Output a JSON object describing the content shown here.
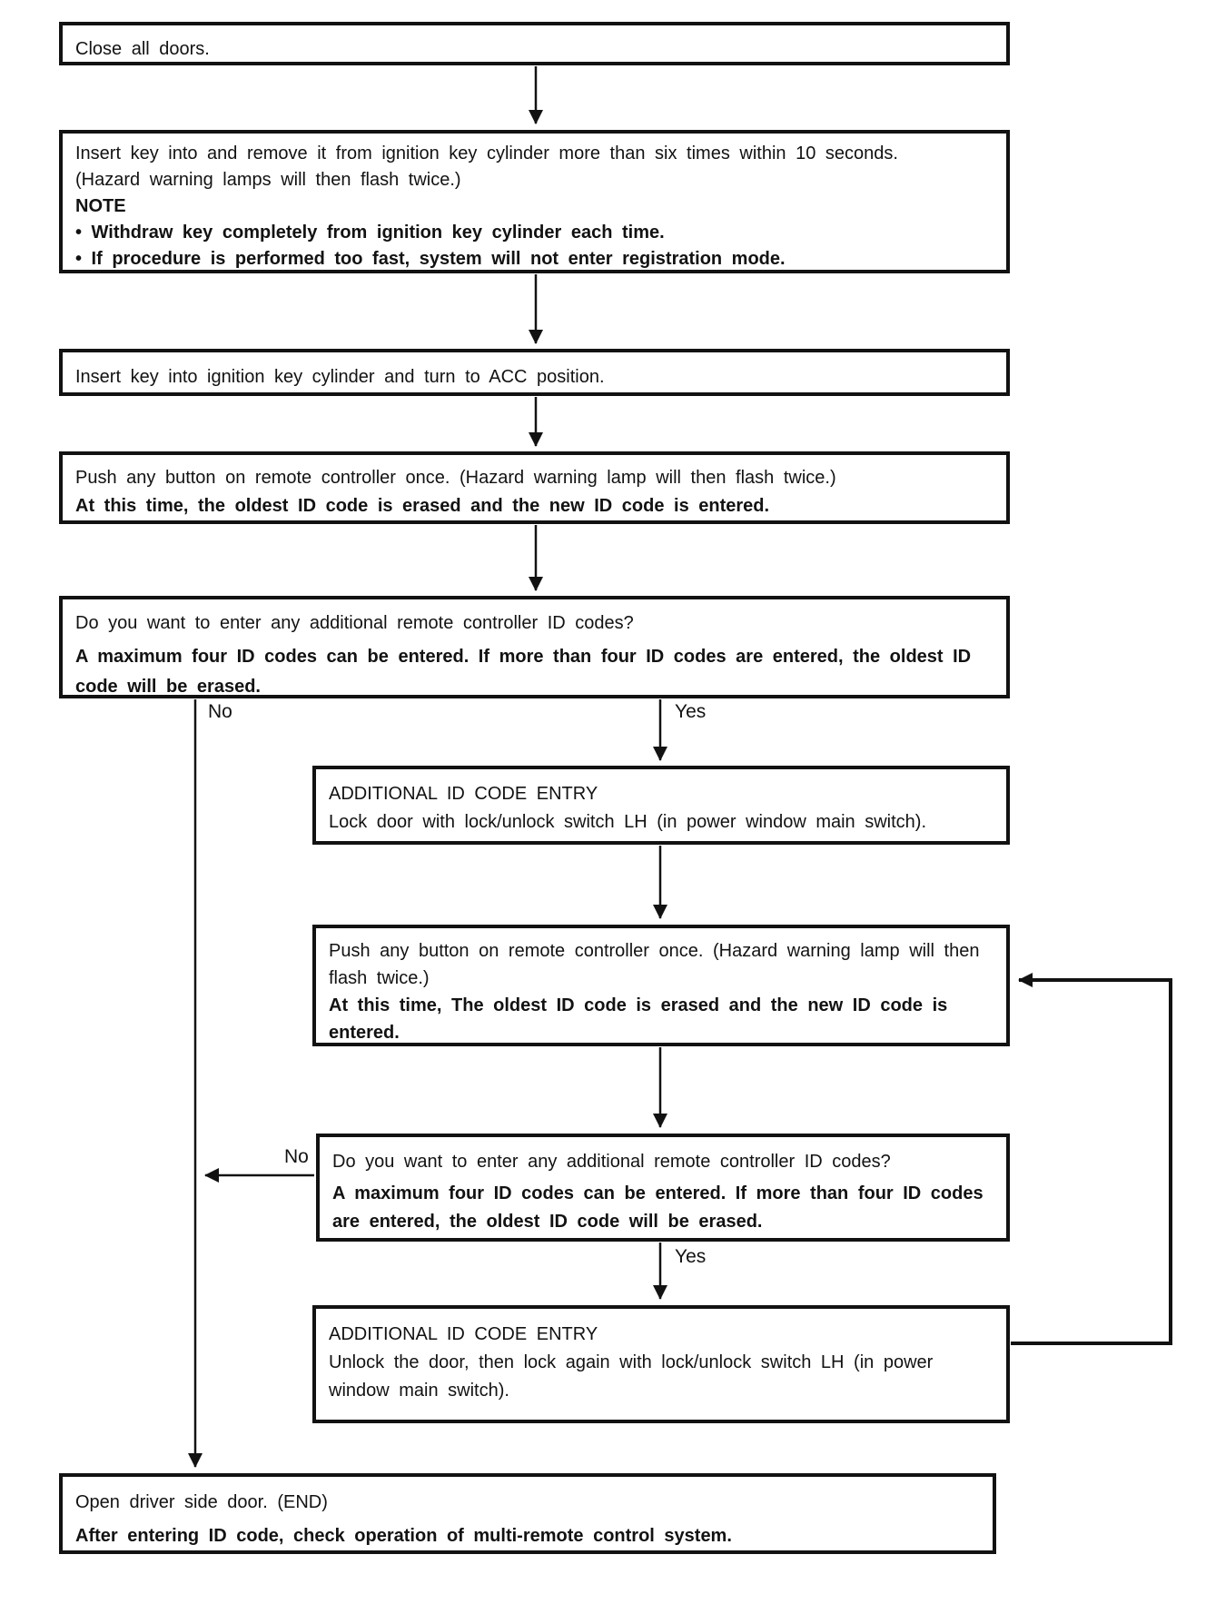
{
  "page": {
    "paper_color": "#ffffff",
    "ink_color": "#121212"
  },
  "flowchart": {
    "boxes": {
      "close_doors": {
        "text": "Close all doors."
      },
      "key_cycle": {
        "line1": "Insert key into and remove it from ignition key cylinder more than six times within 10 seconds.",
        "line2": "(Hazard warning lamps will then flash twice.)",
        "note_heading": "NOTE",
        "note_item1": "• Withdraw key completely from ignition key cylinder each time.",
        "note_item2": "• If procedure is performed too fast, system will not enter registration mode."
      },
      "acc_position": {
        "text": "Insert key into ignition key cylinder and turn to ACC position."
      },
      "push_button_first": {
        "line1": "Push any button on remote controller once. (Hazard warning lamp will then flash twice.)",
        "line2": "At this time, the oldest ID code is erased and the new ID code is entered."
      },
      "decision_first": {
        "question": "Do you want to enter any additional remote controller ID codes?",
        "detail": "A maximum four ID codes can be entered. If more than four ID codes are entered, the oldest ID code will be erased."
      },
      "additional_entry_lock": {
        "title": "ADDITIONAL ID CODE ENTRY",
        "body": "Lock door with lock/unlock switch LH (in power window main switch)."
      },
      "push_button_second": {
        "line1": "Push any button on remote controller once. (Hazard warning lamp will then flash twice.)",
        "line2": "At this time, The oldest ID code is erased and the new ID code is entered."
      },
      "decision_second": {
        "question": "Do you want to enter any additional remote controller ID codes?",
        "detail": "A maximum four ID codes can be entered. If more than four ID codes are entered, the oldest ID code will be erased."
      },
      "additional_entry_unlock": {
        "title": "ADDITIONAL ID CODE ENTRY",
        "body": "Unlock the door, then lock again with lock/unlock switch LH (in power window main switch)."
      },
      "end_box": {
        "line1": "Open driver side door. (END)",
        "line2": "After entering ID code, check operation of multi-remote control system."
      }
    },
    "branch_labels": {
      "first_no": "No",
      "first_yes": "Yes",
      "second_no": "No",
      "second_yes": "Yes"
    }
  }
}
